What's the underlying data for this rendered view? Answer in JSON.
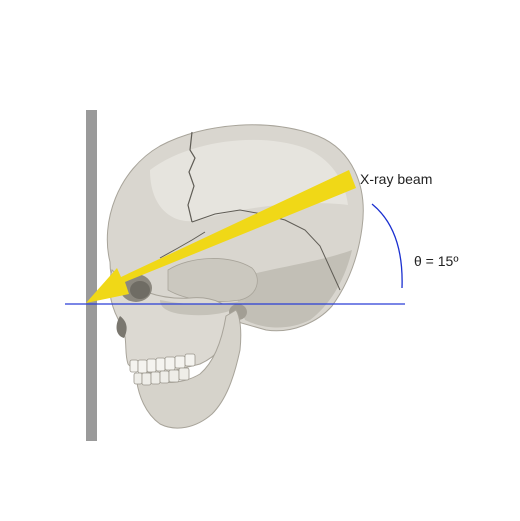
{
  "labels": {
    "beam": "X-ray beam",
    "angle": "θ = 15º"
  },
  "icons": {
    "skull": "skull-lateral-view-icon",
    "detector": "detector-plate-icon"
  },
  "colors": {
    "background": "#ffffff",
    "beam": "#f0d817",
    "reference_line": "#2a3fd6",
    "angle_arc": "#1a2fd0",
    "detector_plate": "#9a9a9a",
    "bone_light": "#e4e2dc",
    "bone_mid": "#cfccc3",
    "bone_dark": "#a8a49a",
    "suture": "#5f5c55"
  },
  "angle_degrees": 15
}
